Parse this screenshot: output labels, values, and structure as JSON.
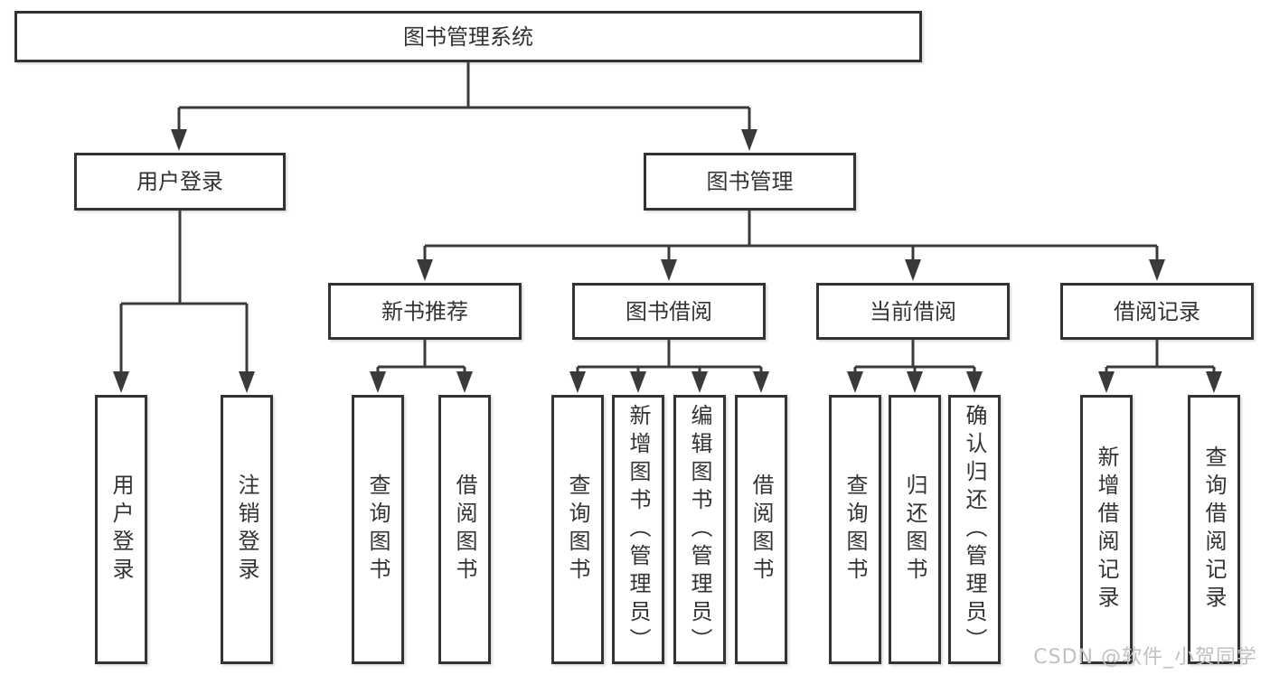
{
  "root": {
    "label": "图书管理系统",
    "children": [
      {
        "label": "用户登录",
        "children": [
          {
            "label": "用户登录"
          },
          {
            "label": "注销登录"
          }
        ]
      },
      {
        "label": "图书管理",
        "children": [
          {
            "label": "新书推荐",
            "children": [
              {
                "label": "查询图书"
              },
              {
                "label": "借阅图书"
              }
            ]
          },
          {
            "label": "图书借阅",
            "children": [
              {
                "label": "查询图书"
              },
              {
                "label": "新增图书（管理员）"
              },
              {
                "label": "编辑图书（管理员）"
              },
              {
                "label": "借阅图书"
              }
            ]
          },
          {
            "label": "当前借阅",
            "children": [
              {
                "label": "查询图书"
              },
              {
                "label": "归还图书"
              },
              {
                "label": "确认归还（管理员）"
              }
            ]
          },
          {
            "label": "借阅记录",
            "children": [
              {
                "label": "新增借阅记录"
              },
              {
                "label": "查询借阅记录"
              }
            ]
          }
        ]
      }
    ]
  },
  "watermark": "CSDN @软件_小贺同学",
  "colors": {
    "line": "#3a3a3a",
    "border": "#333333",
    "text": "#333333",
    "watermark": "#c0c0c0",
    "background": "#ffffff"
  }
}
